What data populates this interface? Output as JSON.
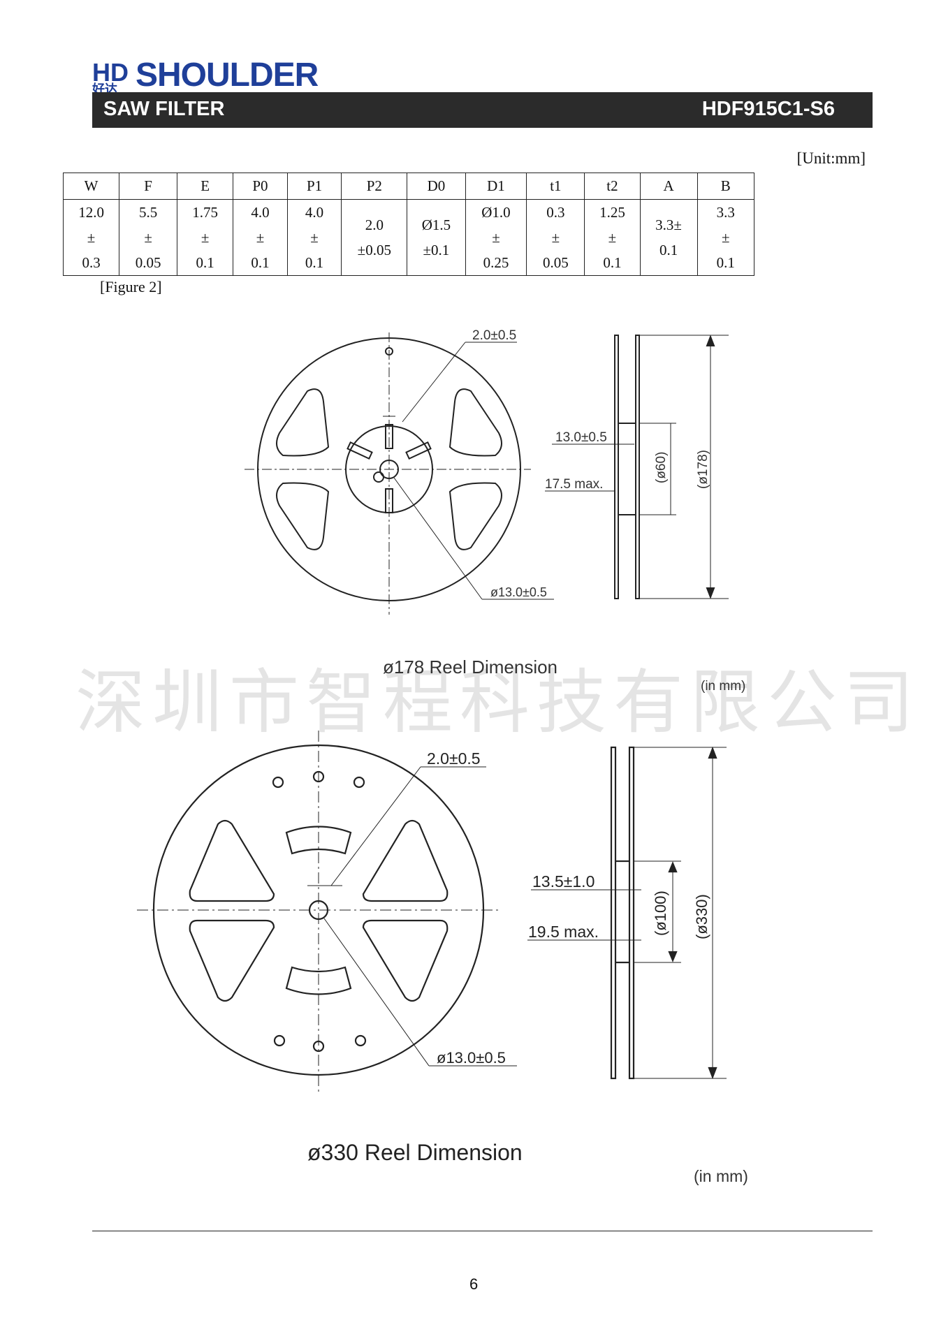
{
  "header": {
    "brand": "SHOULDER",
    "logo_letters": "HD",
    "logo_chinese": "好达",
    "product_line": "SAW FILTER",
    "part_number": "HDF915C1-S6",
    "colors": {
      "brand_blue": "#1f3f99",
      "bar": "#2b2b2b"
    }
  },
  "unit_note": "[Unit:mm]",
  "tape_table": {
    "headers": [
      "W",
      "F",
      "E",
      "P0",
      "P1",
      "P2",
      "D0",
      "D1",
      "t1",
      "t2",
      "A",
      "B"
    ],
    "values": [
      [
        "12.0",
        "±",
        "0.3"
      ],
      [
        "5.5",
        "±",
        "0.05"
      ],
      [
        "1.75",
        "±",
        "0.1"
      ],
      [
        "4.0",
        "±",
        "0.1"
      ],
      [
        "4.0",
        "±",
        "0.1"
      ],
      [
        "2.0",
        "±0.05"
      ],
      [
        "Ø1.5",
        "±0.1"
      ],
      [
        "Ø1.0",
        "±",
        "0.25"
      ],
      [
        "0.3",
        "±",
        "0.05"
      ],
      [
        "1.25",
        "±",
        "0.1"
      ],
      [
        "3.3±",
        "0.1"
      ],
      [
        "3.3",
        "±",
        "0.1"
      ]
    ]
  },
  "figure_label": "[Figure 2]",
  "reel178": {
    "caption": "ø178 Reel Dimension",
    "unit": "(in mm)",
    "dims": {
      "slot": "2.0±0.5",
      "hub_width": "13.0±0.5",
      "max_width": "17.5 max.",
      "hub_dia": "(ø60)",
      "reel_dia": "(ø178)",
      "arbor": "ø13.0±0.5"
    }
  },
  "reel330": {
    "caption": "ø330 Reel Dimension",
    "unit": "(in mm)",
    "dims": {
      "slot": "2.0±0.5",
      "hub_width": "13.5±1.0",
      "max_width": "19.5 max.",
      "hub_dia": "(ø100)",
      "reel_dia": "(ø330)",
      "arbor": "ø13.0±0.5"
    }
  },
  "watermark": "深圳市智程科技有限公司",
  "page_number": "6"
}
